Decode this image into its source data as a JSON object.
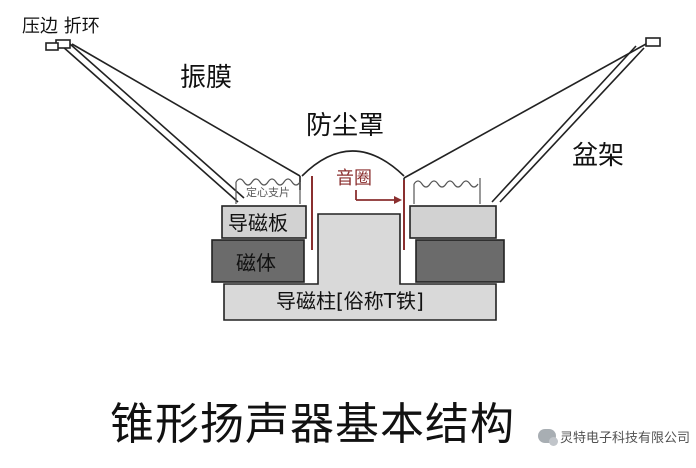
{
  "labels": {
    "surround": "压边 折环",
    "cone": "振膜",
    "dust_cap": "防尘罩",
    "frame": "盆架",
    "spider": "定心支片",
    "voice_coil": "音圈",
    "top_plate": "导磁板",
    "magnet": "磁体",
    "pole_piece": "导磁柱[俗称T铁]"
  },
  "title": "锥形扬声器基本结构",
  "watermark": "灵特电子科技有限公司",
  "colors": {
    "plate_fill": "#d2d2d2",
    "magnet_fill": "#6b6b6b",
    "pole_fill": "#d9d9d9",
    "stroke": "#222222",
    "voice_coil_label": "#8a2f2f"
  }
}
